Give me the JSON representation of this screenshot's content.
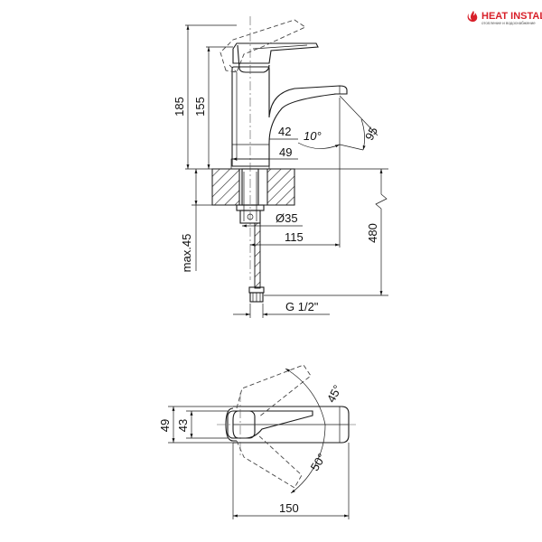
{
  "logo": {
    "name": "HEAT INSTALL",
    "tagline": "отопление и водоснабжение",
    "color": "#d8202a"
  },
  "side_view": {
    "dim_total_height": "185",
    "dim_body_height": "155",
    "dim_spout_clearance": "42",
    "dim_spout_angle": "10°",
    "dim_aerator_angle": "95",
    "dim_base_diameter": "49",
    "dim_thread_diameter": "Ø35",
    "dim_spout_reach": "115",
    "dim_max_counter": "max.45",
    "dim_hose_length": "480",
    "dim_connection": "G 1/2\""
  },
  "top_view": {
    "dim_base_width": "49",
    "dim_body_width": "43",
    "dim_rotation_left": "45°",
    "dim_rotation_right": "50°",
    "dim_length": "150"
  }
}
